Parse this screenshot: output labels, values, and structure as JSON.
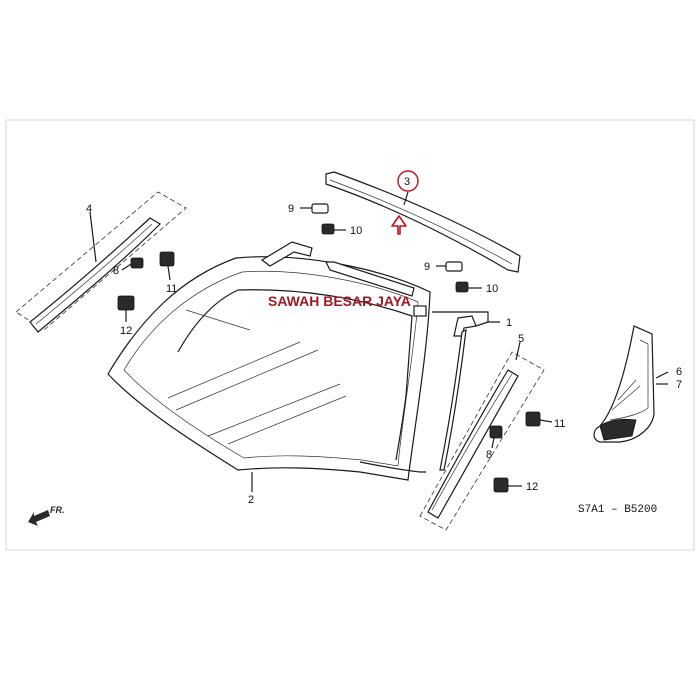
{
  "diagram": {
    "watermark": "SAWAH BESAR JAYA",
    "diagram_code": "S7A1 – B5200",
    "front_arrow_label": "FR.",
    "callouts": {
      "c1": "1",
      "c2": "2",
      "c3": "3",
      "c4": "4",
      "c5": "5",
      "c6": "6",
      "c7": "7",
      "c8a": "8",
      "c8b": "8",
      "c9a": "9",
      "c9b": "9",
      "c10a": "10",
      "c10b": "10",
      "c11a": "11",
      "c11b": "11",
      "c12a": "12",
      "c12b": "12"
    },
    "colors": {
      "watermark": "#9c1a24",
      "highlight_marker": "#c1121f",
      "lines": "#1b1b1b"
    }
  }
}
